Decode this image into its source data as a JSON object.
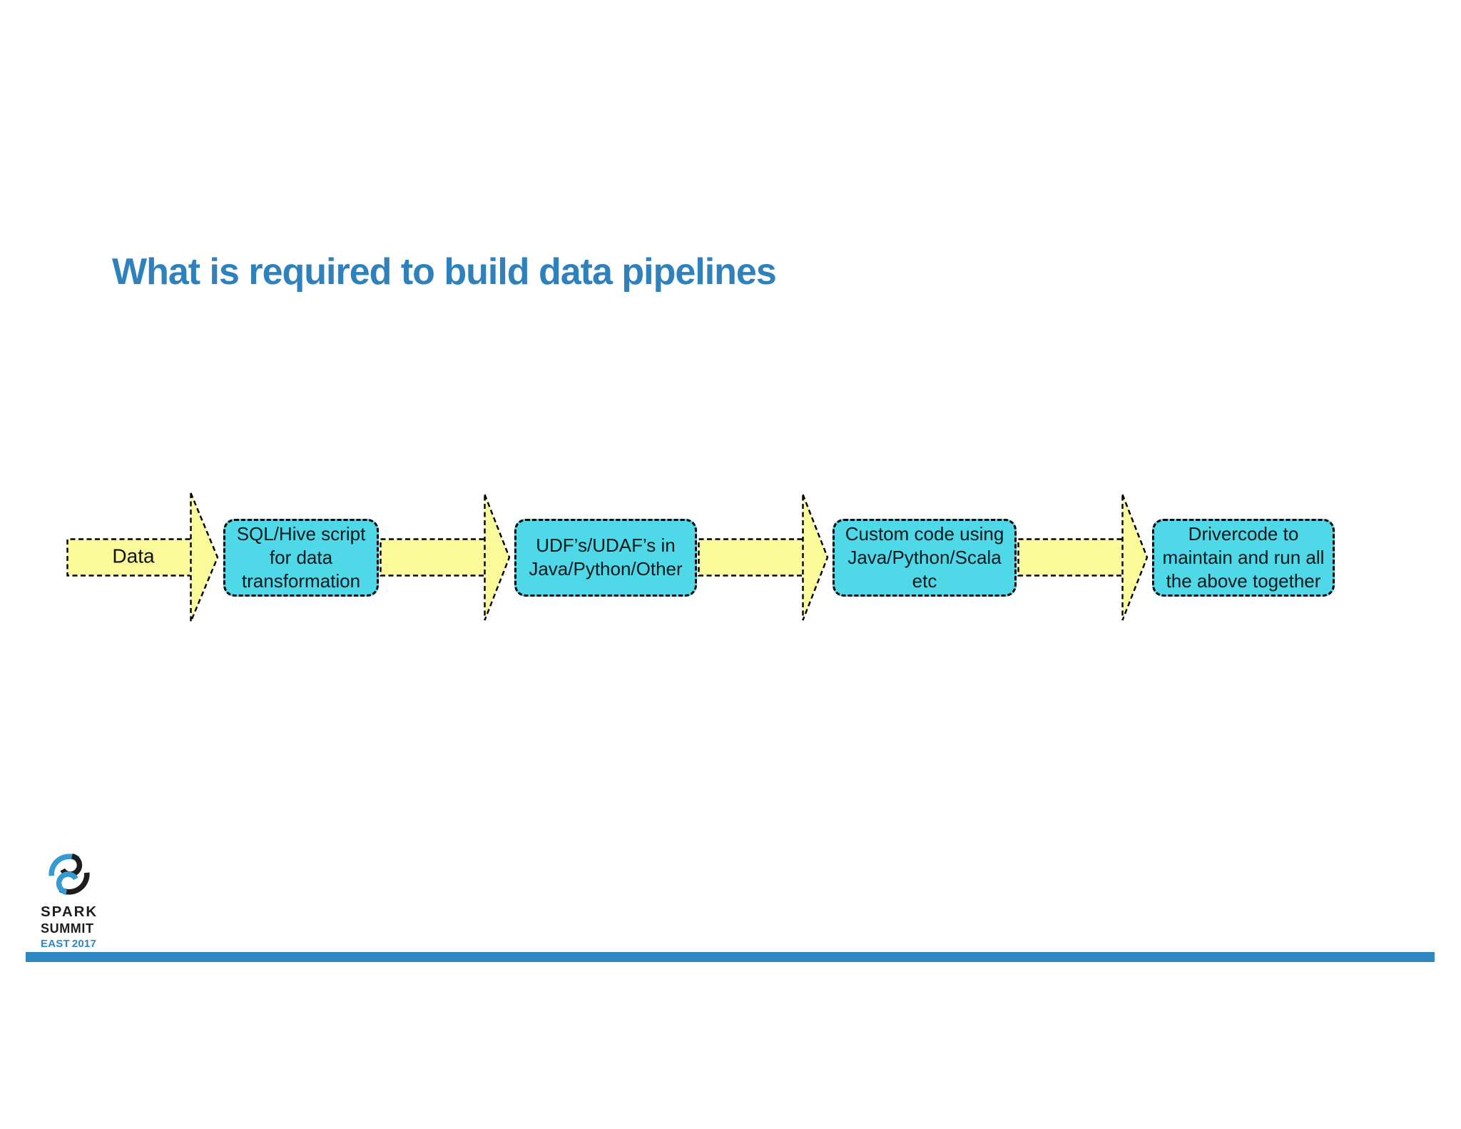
{
  "slide": {
    "title": "What is required to build data pipelines"
  },
  "theme": {
    "title_color": "#2f81bb",
    "arrow_fill": "#fafa9a",
    "box_fill": "#4ed8e8",
    "stroke_color": "#000000",
    "accent_bar_color": "#2f87c2",
    "logo_blue": "#2e86c0",
    "logo_icon_blue": "#339ad2",
    "logo_black": "#1d1d1f"
  },
  "pipeline": {
    "source_label": "Data",
    "steps": [
      {
        "label": "SQL/Hive script\nfor data\ntransformation"
      },
      {
        "label": "UDF’s/UDAF’s in\nJava/Python/Other"
      },
      {
        "label": "Custom code using\nJava/Python/Scala\netc"
      },
      {
        "label": "Drivercode to\nmaintain and run all\nthe above together"
      }
    ]
  },
  "footer": {
    "brand_line1": "SPARK",
    "brand_line2": "SUMMIT",
    "event_region": "EAST",
    "event_year": "2017"
  }
}
